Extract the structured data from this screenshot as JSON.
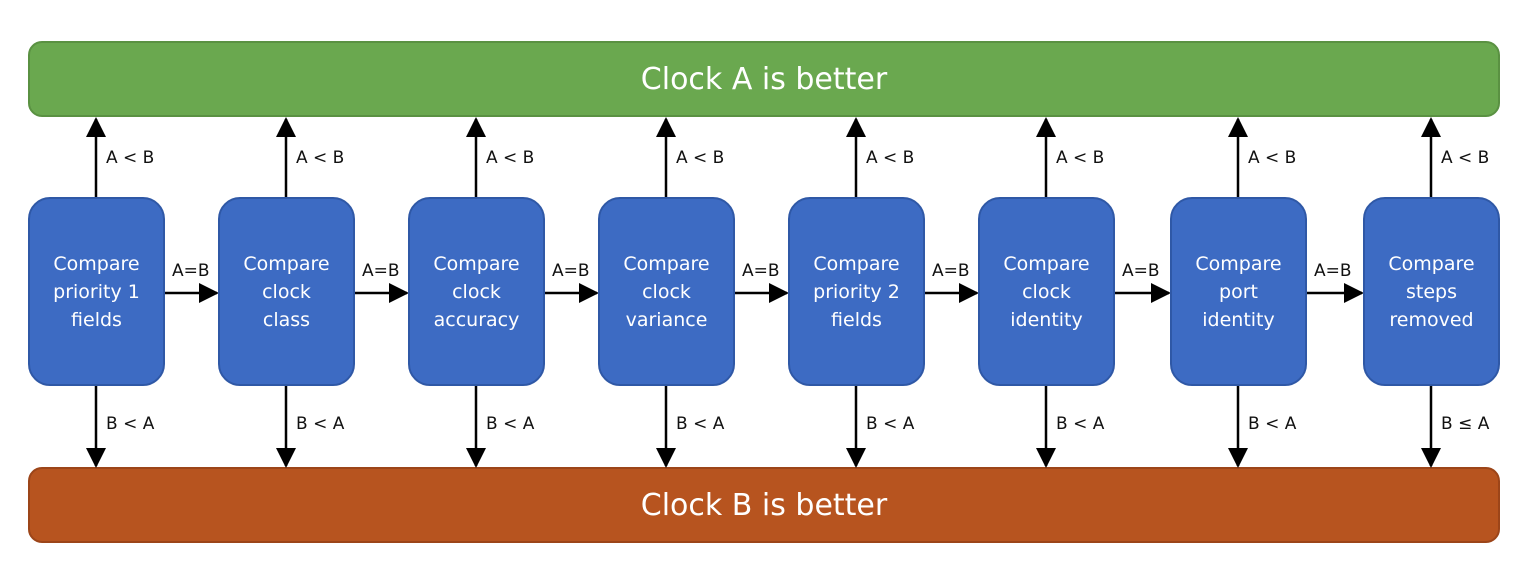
{
  "top_outcome": "Clock A is better",
  "bottom_outcome": "Clock B is better",
  "steps": [
    "Compare\npriority 1\nfields",
    "Compare\nclock\nclass",
    "Compare\nclock\naccuracy",
    "Compare\nclock\nvariance",
    "Compare\npriority 2\nfields",
    "Compare\nclock\nidentity",
    "Compare\nport\nidentity",
    "Compare\nsteps\nremoved"
  ],
  "up_labels": [
    "A < B",
    "A < B",
    "A < B",
    "A < B",
    "A < B",
    "A < B",
    "A < B",
    "A < B"
  ],
  "down_labels": [
    "B < A",
    "B < A",
    "B < A",
    "B < A",
    "B < A",
    "B < A",
    "B < A",
    "B ≤ A"
  ],
  "next_labels": [
    "A=B",
    "A=B",
    "A=B",
    "A=B",
    "A=B",
    "A=B",
    "A=B"
  ],
  "colors": {
    "better_a": "#6aa84f",
    "better_b": "#b7541f",
    "step": "#3d6bc3"
  }
}
